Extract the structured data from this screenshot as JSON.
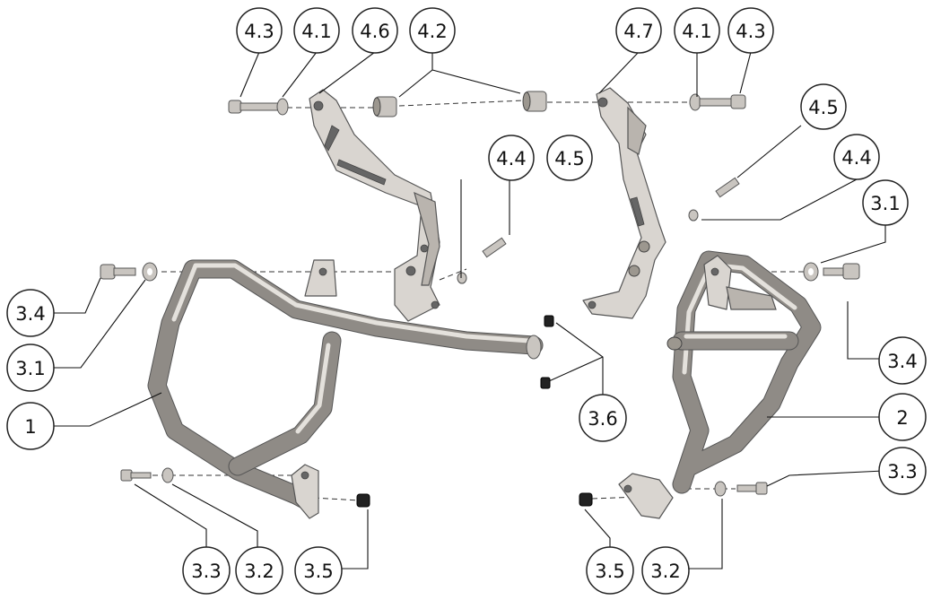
{
  "callouts": {
    "top_left": [
      "4.3",
      "4.1",
      "4.6",
      "4.2"
    ],
    "top_right": [
      "4.7",
      "4.1",
      "4.3"
    ],
    "mid_left": [
      "4.4",
      "4.5"
    ],
    "mid_right": [
      "4.5",
      "4.4",
      "3.1"
    ],
    "left_side": [
      "3.4",
      "3.1",
      "1"
    ],
    "center": [
      "3.6"
    ],
    "right_side": [
      "3.4",
      "2",
      "3.3"
    ],
    "bottom_left": [
      "3.3",
      "3.2",
      "3.5"
    ],
    "bottom_right": [
      "3.5",
      "3.2"
    ]
  }
}
